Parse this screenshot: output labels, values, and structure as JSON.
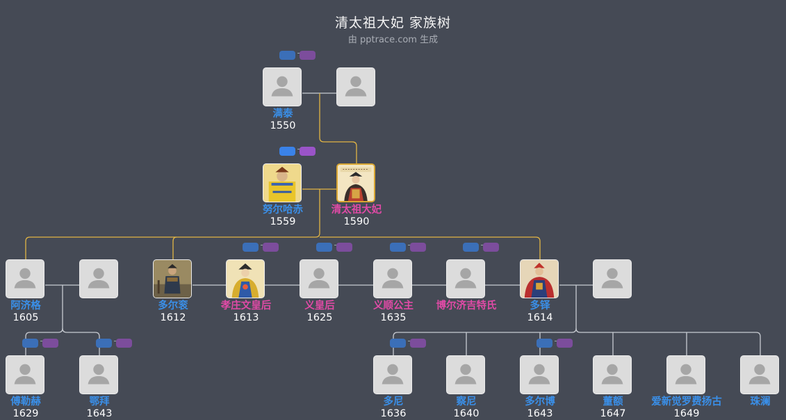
{
  "header": {
    "title": "清太祖大妃 家族树",
    "subtitle": "由 pptrace.com 生成"
  },
  "colors": {
    "background": "#454a55",
    "male_name": "#3a8fe8",
    "female_name": "#e04aa6",
    "highlight_line": "#e2b544",
    "normal_line": "#c8ccd2"
  },
  "people": [
    {
      "id": "mantai",
      "name": "满泰",
      "year": "1550",
      "gender": "m",
      "photo": "avatar"
    },
    {
      "id": "mantai_spouse",
      "name": "",
      "year": "",
      "gender": "f",
      "photo": "avatar"
    },
    {
      "id": "nurhaci",
      "name": "努尔哈赤",
      "year": "1559",
      "gender": "m",
      "photo": "portrait-yellow"
    },
    {
      "id": "dafei",
      "name": "清太祖大妃",
      "year": "1590",
      "gender": "f",
      "photo": "portrait-empress"
    },
    {
      "id": "ajige",
      "name": "阿济格",
      "year": "1605",
      "gender": "m",
      "photo": "avatar"
    },
    {
      "id": "ajige_spouse",
      "name": "",
      "year": "",
      "gender": "f",
      "photo": "avatar"
    },
    {
      "id": "dorgon",
      "name": "多尔衮",
      "year": "1612",
      "gender": "m",
      "photo": "portrait-dorgon"
    },
    {
      "id": "xiaozhuang",
      "name": "孝庄文皇后",
      "year": "1613",
      "gender": "f",
      "photo": "portrait-xiaozhuang"
    },
    {
      "id": "yihuanghou",
      "name": "义皇后",
      "year": "1625",
      "gender": "f",
      "photo": "avatar"
    },
    {
      "id": "yishun",
      "name": "义顺公主",
      "year": "1635",
      "gender": "f",
      "photo": "avatar"
    },
    {
      "id": "borjigit",
      "name": "博尔济吉特氏",
      "year": "",
      "gender": "f",
      "photo": "avatar"
    },
    {
      "id": "dodo",
      "name": "多铎",
      "year": "1614",
      "gender": "m",
      "photo": "portrait-dodo"
    },
    {
      "id": "dodo_spouse",
      "name": "",
      "year": "",
      "gender": "f",
      "photo": "avatar"
    },
    {
      "id": "fulehe",
      "name": "傅勒赫",
      "year": "1629",
      "gender": "m",
      "photo": "avatar"
    },
    {
      "id": "ebai",
      "name": "鄂拜",
      "year": "1643",
      "gender": "m",
      "photo": "avatar"
    },
    {
      "id": "duoni",
      "name": "多尼",
      "year": "1636",
      "gender": "m",
      "photo": "avatar"
    },
    {
      "id": "chani",
      "name": "察尼",
      "year": "1640",
      "gender": "m",
      "photo": "avatar"
    },
    {
      "id": "duerbo",
      "name": "多尔博",
      "year": "1643",
      "gender": "m",
      "photo": "avatar"
    },
    {
      "id": "dong_e",
      "name": "董额",
      "year": "1647",
      "gender": "m",
      "photo": "avatar"
    },
    {
      "id": "aixin_feiyanggu",
      "name": "爱新觉罗费扬古",
      "year": "1649",
      "gender": "m",
      "photo": "avatar"
    },
    {
      "id": "zhulan",
      "name": "珠澜",
      "year": "",
      "gender": "m",
      "photo": "avatar"
    }
  ]
}
